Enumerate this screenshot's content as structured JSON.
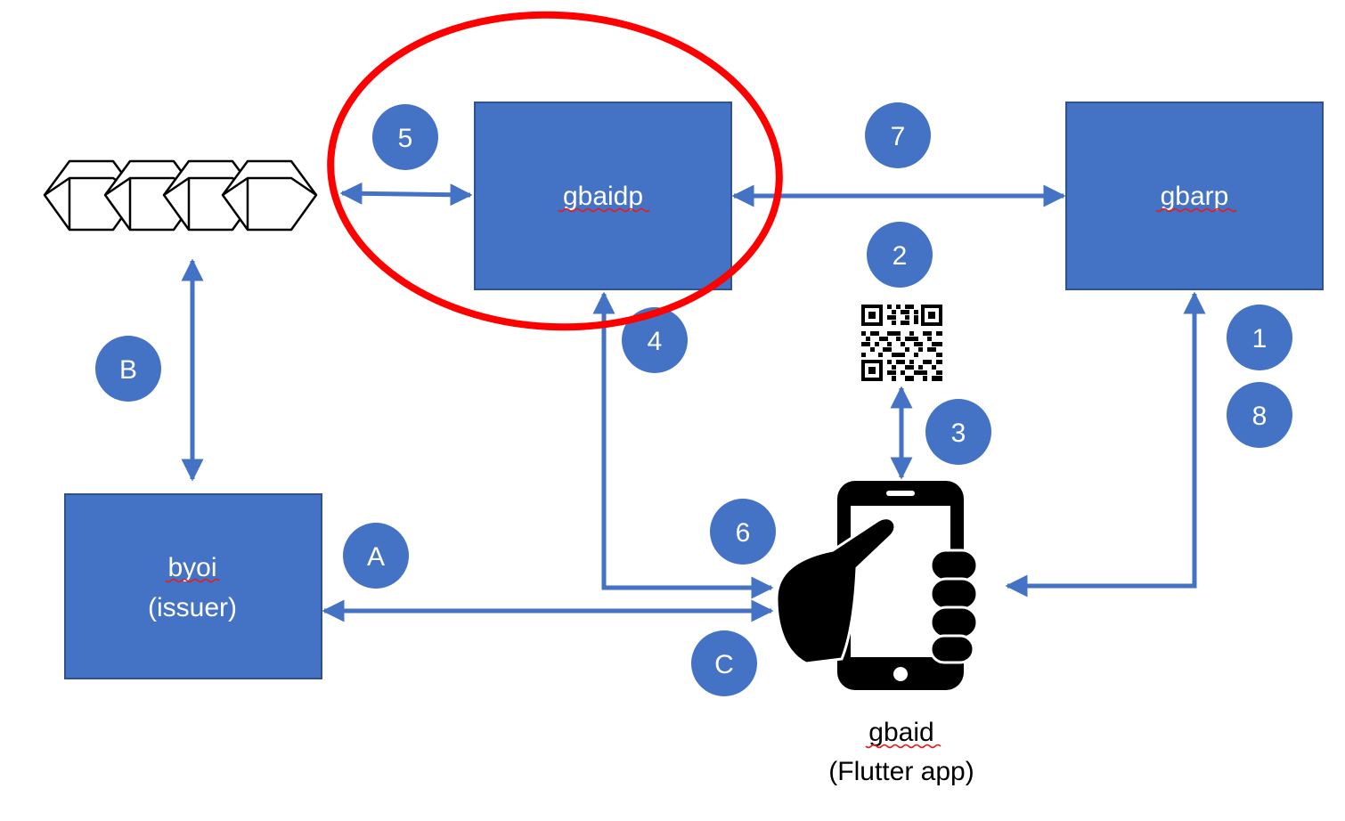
{
  "colors": {
    "box_fill": "#4472C4",
    "box_stroke": "#2F528F",
    "arrow": "#4472C4",
    "badge": "#4472C4",
    "highlight": "#FF0000",
    "spellcheck": "#E02020",
    "text_on_blue": "#FFFFFF",
    "caption": "#000000"
  },
  "boxes": {
    "gbaidp": {
      "label": "gbaidp"
    },
    "gbarp": {
      "label": "gbarp"
    },
    "byoi": {
      "label_line1": "byoi",
      "label_line2": "(issuer)"
    }
  },
  "badges": {
    "b1": "1",
    "b2": "2",
    "b3": "3",
    "b4": "4",
    "b5": "5",
    "b6": "6",
    "b7": "7",
    "b8": "8",
    "bA": "A",
    "bB": "B",
    "bC": "C"
  },
  "phone_caption": {
    "line1": "gbaid",
    "line2": "(Flutter app)"
  },
  "icons": {
    "blockchain": "blockchain-cubes-icon",
    "qr": "qr-code-icon",
    "phone": "hand-holding-phone-icon"
  },
  "highlight_shape": "red-ellipse-around-gbaidp"
}
